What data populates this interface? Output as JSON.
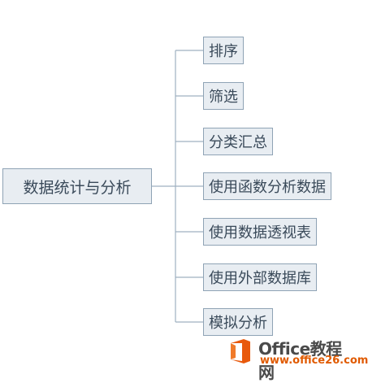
{
  "root": {
    "label": "数据统计与分析"
  },
  "children": [
    {
      "label": "排序"
    },
    {
      "label": "筛选"
    },
    {
      "label": "分类汇总"
    },
    {
      "label": "使用函数分析数据"
    },
    {
      "label": "使用数据透视表"
    },
    {
      "label": "使用外部数据库"
    },
    {
      "label": "模拟分析"
    }
  ],
  "watermark": {
    "title": "Office教程网",
    "url": "www.office26.com",
    "icon": "office-logo-icon"
  },
  "colors": {
    "node_fill": "#e8edf2",
    "node_border": "#8fa3b5",
    "connector": "#9fb0c0",
    "text": "#3a4a5a",
    "brand_orange": "#e05a00"
  }
}
